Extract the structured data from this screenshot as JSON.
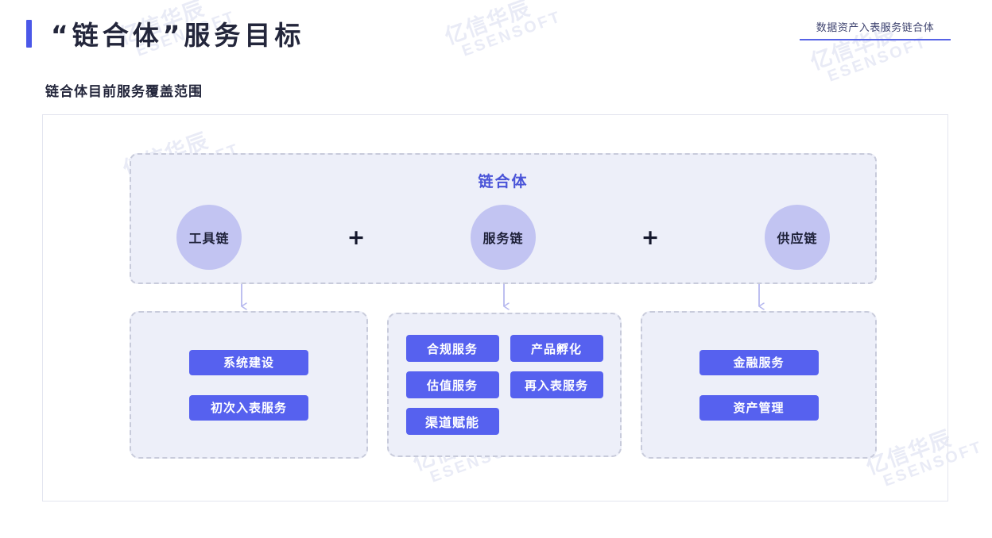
{
  "header": {
    "title": "“链合体”服务目标",
    "accent_color": "#4b58e8",
    "corner_tag": "数据资产入表服务链合体",
    "subtitle": "链合体目前服务覆盖范围"
  },
  "watermark": {
    "cn": "亿信华辰",
    "en": "ESENSOFT"
  },
  "top_panel": {
    "title": "链合体",
    "nodes": [
      {
        "label": "工具链"
      },
      {
        "label": "服务链"
      },
      {
        "label": "供应链"
      }
    ],
    "operators": [
      "+",
      "+"
    ],
    "circle_color": "#c2c4f2",
    "title_color": "#4a54d8"
  },
  "bottom_panels": [
    {
      "name": "tool-chain-services",
      "items": [
        "系统建设",
        "初次入表服务"
      ]
    },
    {
      "name": "service-chain-services",
      "rows": [
        [
          "合规服务",
          "产品孵化"
        ],
        [
          "估值服务",
          "再入表服务"
        ]
      ],
      "wide_item": "渠道赋能"
    },
    {
      "name": "supply-chain-services",
      "items": [
        "金融服务",
        "资产管理"
      ]
    }
  ],
  "colors": {
    "pill": "#5661ef",
    "panel_bg": "#edeff9",
    "panel_border": "#c8cbdb",
    "arrow": "#b7b9ef"
  }
}
